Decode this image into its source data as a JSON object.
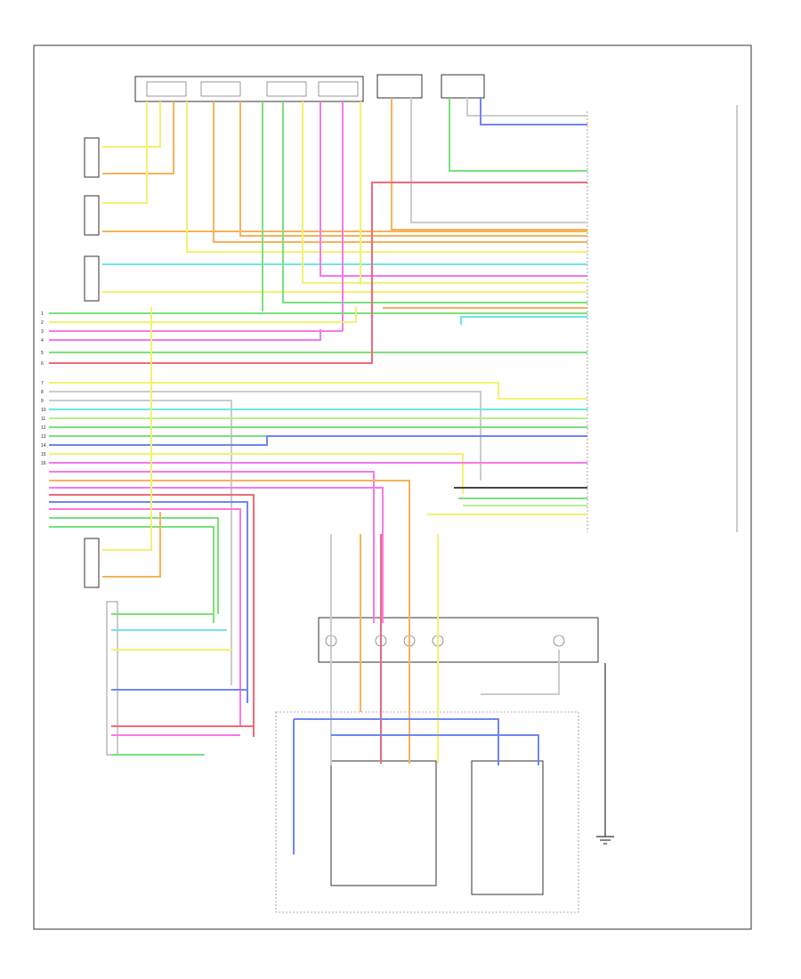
{
  "colors": {
    "yellow": "#f2f270",
    "orange": "#f5b35a",
    "green": "#7be07b",
    "cyan": "#6ee6e6",
    "pink": "#f57ae8",
    "red": "#f06a7a",
    "blue": "#6f86f0",
    "lightgreen": "#b9f08c",
    "gray": "#cccccc",
    "dark": "#444444"
  },
  "labels": {
    "top_connector": "",
    "amplifier": "",
    "subwoofer": "",
    "lf_speaker": "",
    "lr_speaker": "",
    "center_speaker": "",
    "rf_speaker": "",
    "radio": "",
    "steering_wheel_controls": "",
    "footer": ""
  },
  "pin_numbers": [
    "1",
    "2",
    "3",
    "4",
    "5",
    "6",
    "7",
    "8",
    "9",
    "10",
    "11",
    "12",
    "13",
    "14",
    "15",
    "16"
  ],
  "note": ""
}
